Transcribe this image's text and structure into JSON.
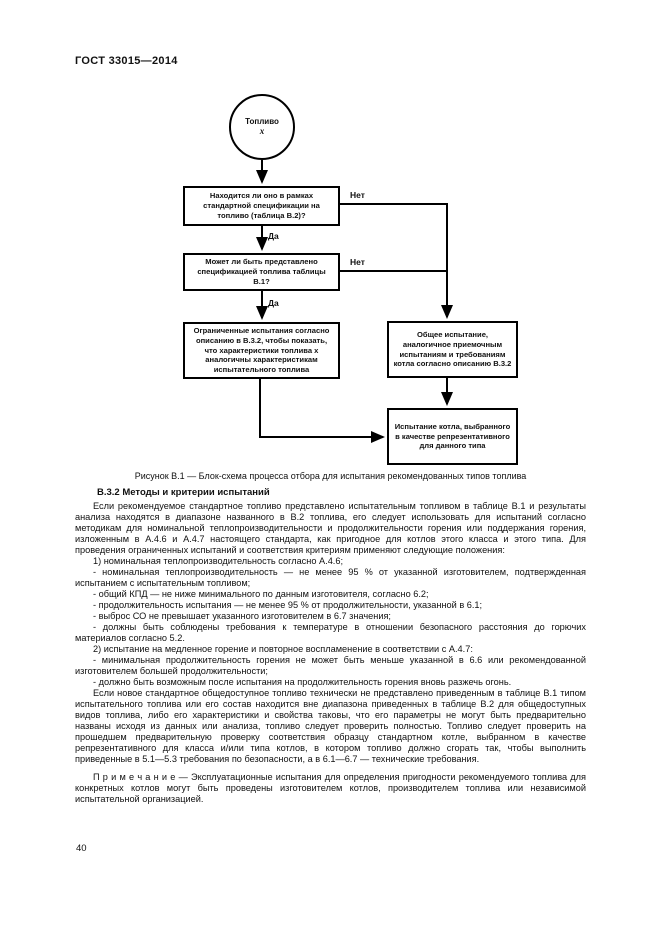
{
  "page": {
    "header": "ГОСТ 33015—2014",
    "page_number": "40"
  },
  "flowchart": {
    "start": {
      "line1": "Топливо",
      "line2": "x"
    },
    "decision1": "Находится ли оно в рамках стандартной спецификации на топливо (таблица В.2)?",
    "decision2": "Может ли быть представлено спецификацией топлива таблицы В.1?",
    "box_limited": "Ограниченные испытания согласно описанию в В.3.2, чтобы показать, что характеристики топлива x аналогичны характеристикам испытательного топлива",
    "box_general": "Общее испытание, аналогичное приемочным испытаниям и требованиям котла согласно описанию В.3.2",
    "box_boiler": "Испытание котла, выбранного в качестве репрезентативного для данного типа",
    "label_yes": "Да",
    "label_no": "Нет",
    "caption": "Рисунок В.1 — Блок-схема процесса отбора для испытания рекомендованных типов топлива"
  },
  "section": {
    "heading": "В.3.2 Методы и критерии испытаний",
    "paragraphs": [
      "Если рекомендуемое стандартное топливо представлено испытательным топливом в таблице В.1 и результаты анализа находятся в диапазоне названного в В.2 топлива, его следует использовать для испытаний согласно методикам для номинальной теплопроизводительности и продолжительности горения или поддержания горения, изложенным в А.4.6 и А.4.7 настоящего стандарта, как пригодное для котлов этого класса и этого типа. Для проведения ограниченных испытаний и соответствия критериям применяют следующие положения:",
      "1) номинальная теплопроизводительность согласно А.4.6;",
      "- номинальная теплопроизводительность — не менее 95 % от указанной изготовителем, подтвержденная испытанием с испытательным топливом;",
      "- общий КПД — не ниже минимального по данным изготовителя, согласно 6.2;",
      "- продолжительность испытания — не менее 95 % от продолжительности, указанной в 6.1;",
      "- выброс СО не превышает указанного изготовителем в 6.7 значения;",
      "- должны быть соблюдены требования к температуре в отношении безопасного расстояния до горючих материалов согласно 5.2.",
      "2) испытание на медленное горение и повторное воспламенение в соответствии с А.4.7:",
      "- минимальная продолжительность горения не может быть меньше указанной в 6.6 или рекомендованной изготовителем большей продолжительности;",
      "- должно быть возможным после испытания на продолжительность горения вновь разжечь огонь.",
      "Если новое стандартное общедоступное топливо технически не представлено приведенным в таблице В.1 типом испытательного топлива или его состав находится вне диапазона приведенных в таблице В.2 для общедоступных видов топлива, либо его характеристики и свойства таковы, что его параметры не могут быть предварительно названы исходя из данных или анализа, топливо следует проверить полностью. Топливо следует проверить на прошедшем предварительную проверку соответствия образцу стандартном котле, выбранном в качестве репрезентативного для класса и/или типа котлов, в котором топливо должно сгорать так, чтобы выполнить приведенные в 5.1—5.3 требования по безопасности, а в 6.1—6.7 — технические требования."
    ],
    "note": "П р и м е ч а н и е — Эксплуатационные испытания для определения пригодности рекомендуемого топлива для конкретных котлов могут быть проведены изготовителем котлов, производителем топлива или независимой испытательной организацией."
  }
}
